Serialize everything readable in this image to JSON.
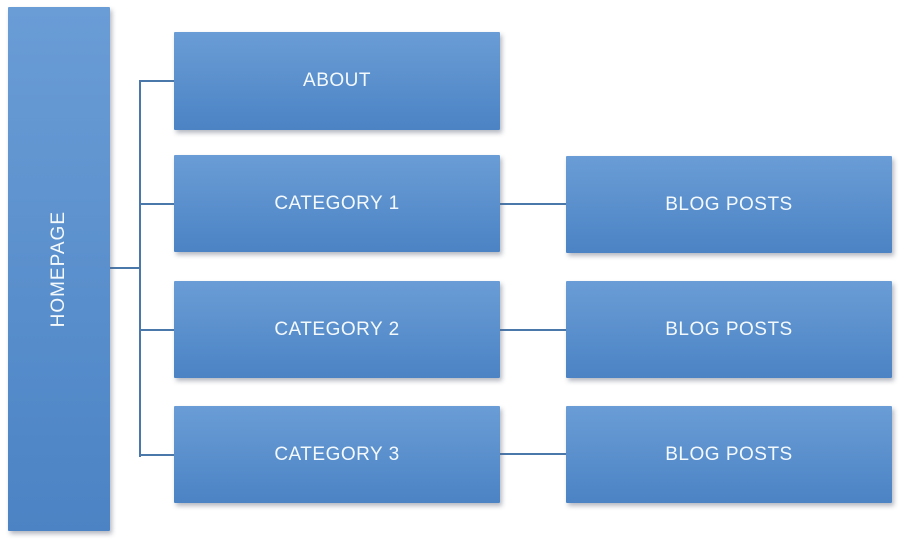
{
  "diagram": {
    "type": "sitemap-flowchart",
    "nodes": {
      "homepage": {
        "label": "HOMEPAGE"
      },
      "about": {
        "label": "ABOUT"
      },
      "category1": {
        "label": "CATEGORY 1"
      },
      "category2": {
        "label": "CATEGORY 2"
      },
      "category3": {
        "label": "CATEGORY 3"
      },
      "blog1": {
        "label": "BLOG POSTS"
      },
      "blog2": {
        "label": "BLOG POSTS"
      },
      "blog3": {
        "label": "BLOG POSTS"
      }
    },
    "edges": [
      {
        "from": "homepage",
        "to": "about"
      },
      {
        "from": "homepage",
        "to": "category1"
      },
      {
        "from": "homepage",
        "to": "category2"
      },
      {
        "from": "homepage",
        "to": "category3"
      },
      {
        "from": "category1",
        "to": "blog1"
      },
      {
        "from": "category2",
        "to": "blog2"
      },
      {
        "from": "category3",
        "to": "blog3"
      }
    ],
    "colors": {
      "node_fill_top": "#6a9dd6",
      "node_fill_bottom": "#4b83c4",
      "connector": "#4a78ab",
      "label_text": "#f4f9fd",
      "background": "#ffffff"
    }
  }
}
